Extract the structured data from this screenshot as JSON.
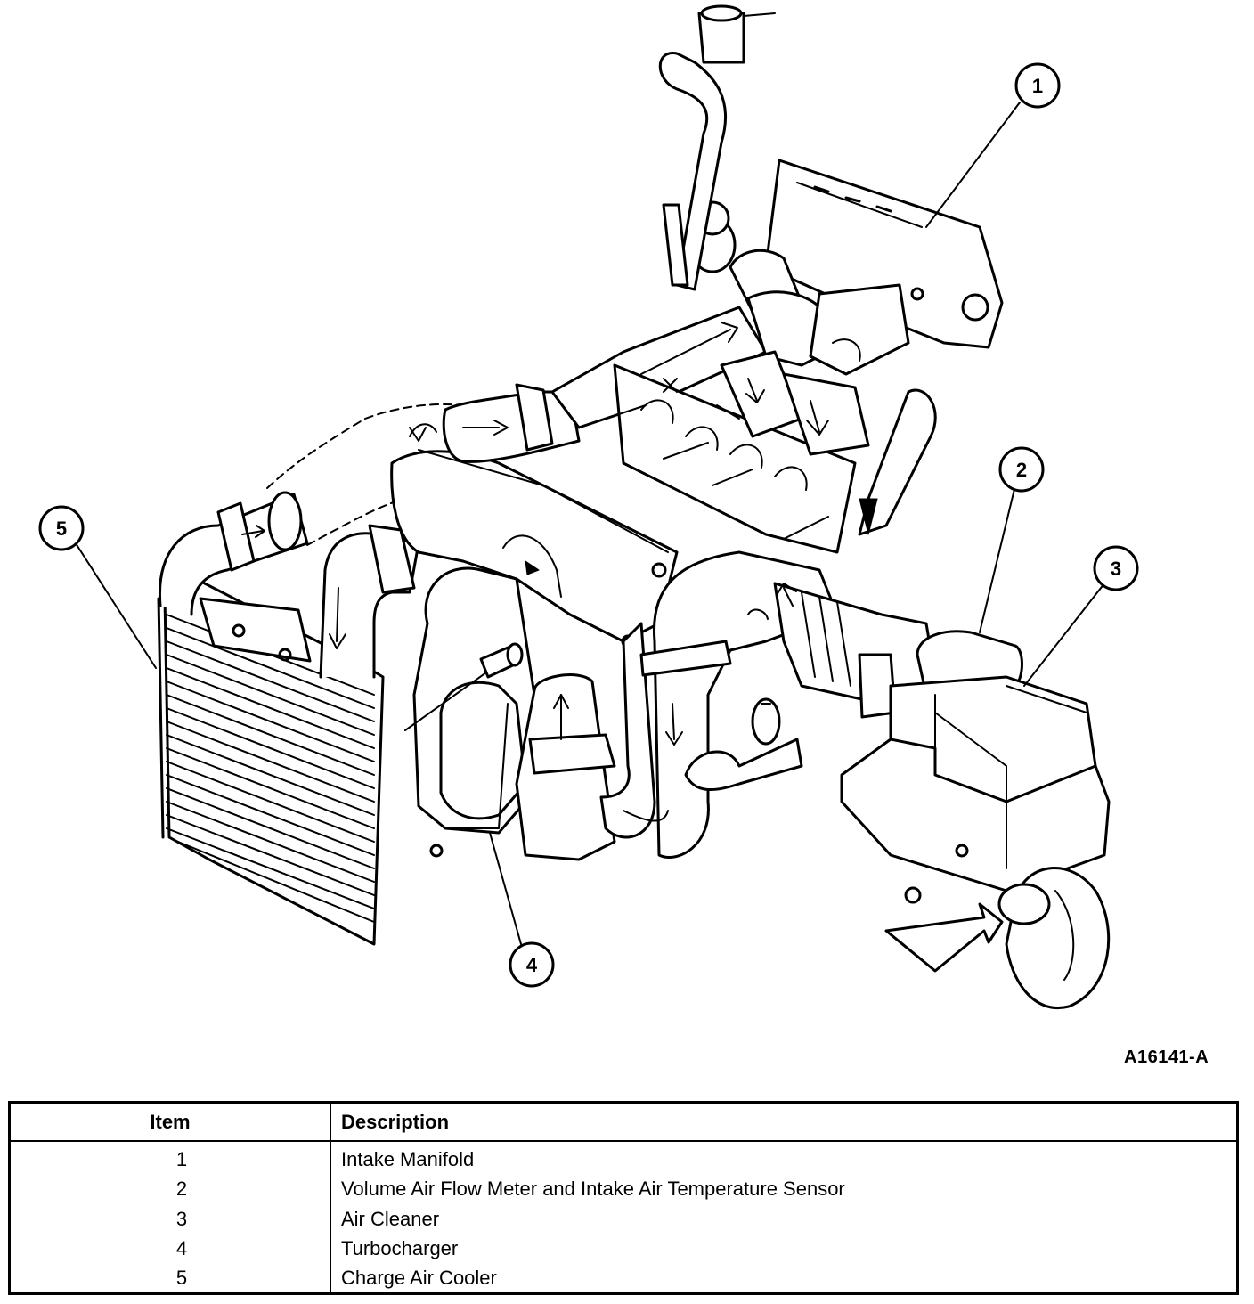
{
  "callouts": [
    "1",
    "2",
    "3",
    "4",
    "5"
  ],
  "figure_id": "A16141-A",
  "legend": {
    "header_item": "Item",
    "header_description": "Description",
    "rows": [
      {
        "item": "1",
        "description": "Intake Manifold"
      },
      {
        "item": "2",
        "description": "Volume Air Flow Meter and Intake Air Temperature Sensor"
      },
      {
        "item": "3",
        "description": "Air Cleaner"
      },
      {
        "item": "4",
        "description": "Turbocharger"
      },
      {
        "item": "5",
        "description": "Charge Air Cooler"
      }
    ]
  }
}
